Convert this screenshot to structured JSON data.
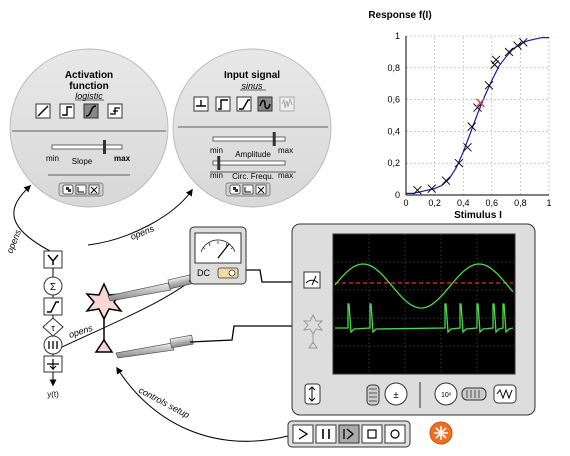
{
  "activation_panel": {
    "title_line1": "Activation",
    "title_line2": "function",
    "subtitle": "logistic",
    "slider_min": "min",
    "slider_max": "max",
    "slider_label": "Slope",
    "slope_level": 0.75,
    "selected_function_index": 2
  },
  "input_panel": {
    "title": "Input signal",
    "subtitle": "sinus",
    "amp_min": "min",
    "amp_max": "max",
    "amp_label": "Amplitude",
    "amplitude_level": 0.85,
    "freq_min": "min",
    "freq_max": "max",
    "freq_label": "Circ. Frequ.",
    "frequency_level": 0.08,
    "selected_signal_index": 3
  },
  "arrows": {
    "opens_left": "opens",
    "opens_top": "opens",
    "opens_mid": "opens",
    "controls_setup": "controls setup"
  },
  "dc_source": {
    "label": "DC"
  },
  "neuron_chain": {
    "output_label": "y(t)"
  },
  "chart_data": {
    "type": "line",
    "title": "Response f(I)",
    "xlabel": "Stimulus I",
    "ylabel": "",
    "xlim": [
      0,
      1
    ],
    "ylim": [
      0,
      1
    ],
    "xticks": [
      "0",
      "0,2",
      "0,4",
      "0,6",
      "0,8",
      "1"
    ],
    "yticks": [
      "0",
      "0,2",
      "0,4",
      "0,6",
      "0,8",
      "1"
    ],
    "grid": true,
    "curve": {
      "x": [
        0,
        0.05,
        0.1,
        0.15,
        0.2,
        0.25,
        0.3,
        0.35,
        0.4,
        0.45,
        0.5,
        0.55,
        0.6,
        0.65,
        0.7,
        0.75,
        0.8,
        0.85,
        0.9,
        0.95,
        1.0
      ],
      "y": [
        0.01,
        0.01,
        0.02,
        0.03,
        0.04,
        0.06,
        0.1,
        0.17,
        0.27,
        0.39,
        0.51,
        0.62,
        0.72,
        0.81,
        0.87,
        0.92,
        0.95,
        0.97,
        0.98,
        0.99,
        0.99
      ]
    },
    "samples": {
      "x": [
        0.08,
        0.18,
        0.28,
        0.37,
        0.43,
        0.46,
        0.5,
        0.58,
        0.62,
        0.63,
        0.72,
        0.78,
        0.82
      ],
      "y": [
        0.03,
        0.04,
        0.09,
        0.2,
        0.3,
        0.43,
        0.55,
        0.69,
        0.82,
        0.85,
        0.9,
        0.94,
        0.96
      ]
    },
    "highlight": {
      "x": 0.52,
      "y": 0.58
    }
  }
}
